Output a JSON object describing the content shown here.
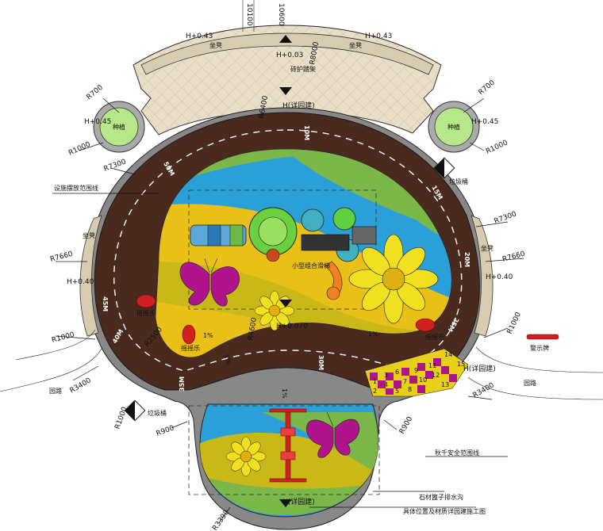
{
  "dimensions": {
    "top_a": "10100",
    "top_b": "10600",
    "r8000": "R8000",
    "r6400": "R6400",
    "r7300_left": "R7300",
    "r7300_right": "R7300",
    "r7660_left": "R7660",
    "r7660_right": "R7660",
    "r700_left": "R700",
    "r700_right": "R700",
    "r1000_left_top": "R1000",
    "r1000_right_top": "R1000",
    "r1000_left_mid": "R1000",
    "r1000_right_mid": "R1000",
    "r1000_bottom": "R1000",
    "r2500": "R2500",
    "r4600": "R4600",
    "r3400_left": "R3400",
    "r3400_right": "R3400",
    "r900_left": "R900",
    "r900_right": "R900",
    "r3390": "R3390"
  },
  "elevations": {
    "h_top_left": "H+0.43",
    "h_top_right": "H+0.43",
    "h_003": "H+0.03",
    "h_detail_top": "H(详园建)",
    "h_left_tree": "H+0.45",
    "h_right_tree": "H+0.45",
    "h_left_wall": "H+0.40",
    "h_right_wall": "H+0.40",
    "h_center": "H+0.070",
    "h_detail_right": "H(详园建)",
    "h_detail_bottom": "H(详园建)"
  },
  "labels": {
    "seat_tl": "坐凳",
    "seat_tr": "坐凳",
    "seat_left": "坐凳",
    "seat_right": "坐凳",
    "plant_left": "种植",
    "plant_right": "种植",
    "pavement": "砖护踏架",
    "facility_line": "设施摆放范围线",
    "trash_right": "垃圾桶",
    "trash_left": "垃圾桶",
    "rocker_1": "摇摇乐",
    "rocker_2": "摇摇乐",
    "rocker_3": "摇摇乐",
    "combo_slide": "小型组合滑梯",
    "warning_sign": "警示牌",
    "road_left": "园路",
    "road_right": "园路",
    "swing_line": "秋千安全范围线",
    "drain": "石材篦子排水沟",
    "detail_note": "具体位置及材质详园建施工图"
  },
  "track_marks": [
    "10M",
    "15M",
    "20M",
    "25M",
    "30M",
    "35M",
    "40M",
    "45M",
    "50M"
  ],
  "slope_marks": [
    "1%",
    "1%",
    "1%",
    "1%"
  ],
  "hop_numbers": [
    "1",
    "2",
    "3",
    "4",
    "5",
    "6",
    "7",
    "8",
    "9",
    "10",
    "11",
    "12",
    "13",
    "14",
    "15"
  ],
  "colors": {
    "track": "#4a2a1e",
    "green": "#7ab648",
    "blue": "#2a9fd8",
    "yellow": "#e8c018",
    "olive": "#c8b818",
    "magenta": "#b0148c",
    "tree": "#b6e88a",
    "tile": "#e8dcc4"
  }
}
